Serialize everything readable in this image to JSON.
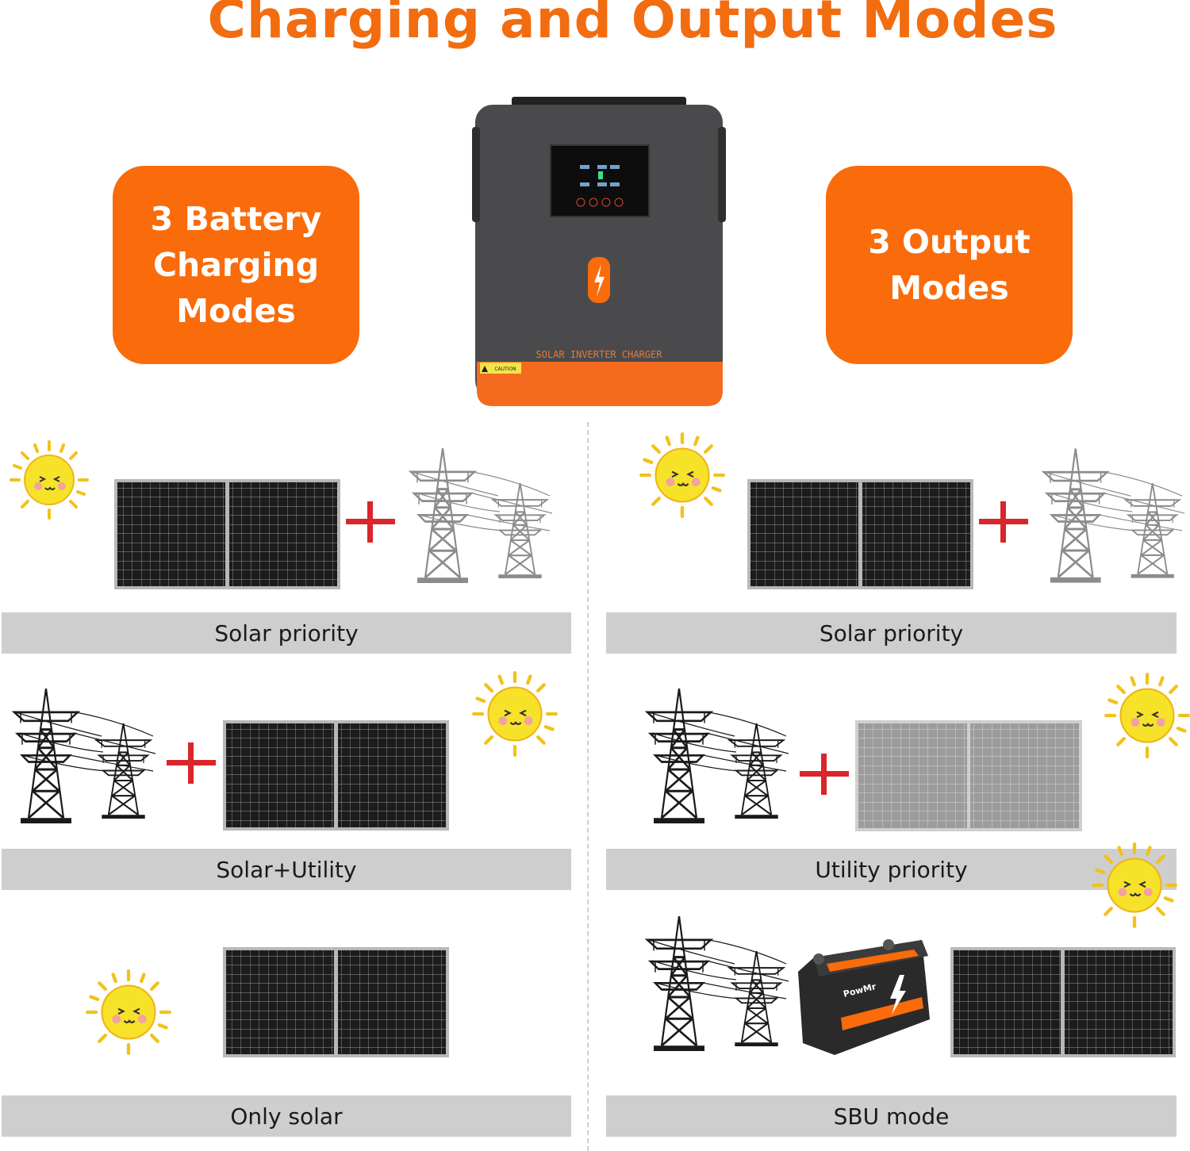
{
  "title": "Charging and Output Modes",
  "left_box": {
    "text": "3 Battery\nCharging\nModes"
  },
  "right_box": {
    "text": "3 Output\nModes"
  },
  "inverter": {
    "label": "SOLAR INVERTER CHARGER",
    "caution": "CAUTION"
  },
  "battery": {
    "brand": "PowMr"
  },
  "charging_modes": [
    "Solar priority",
    "Solar+Utility",
    "Only solar"
  ],
  "output_modes": [
    "Solar priority",
    "Utility priority",
    "SBU mode"
  ],
  "colors": {
    "accent": "#f96b0b",
    "title": "#f26c10",
    "label_bar": "#cecece",
    "plus": "#d9262c"
  }
}
